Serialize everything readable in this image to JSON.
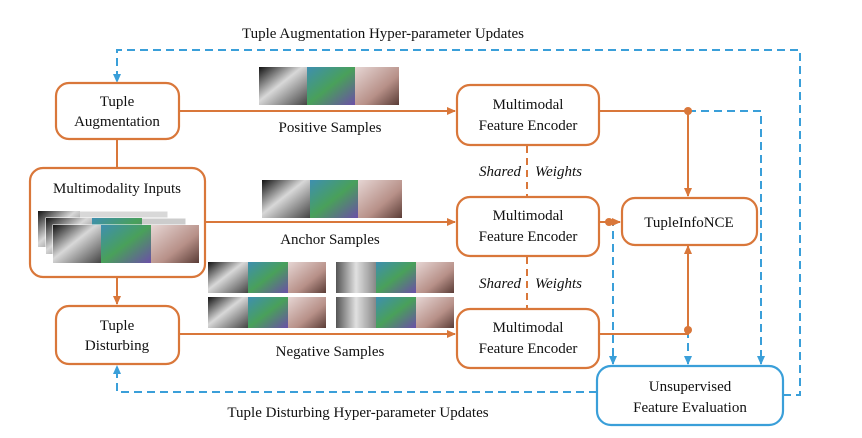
{
  "top_feedback_label": "Tuple Augmentation Hyper-parameter Updates",
  "bottom_feedback_label": "Tuple Disturbing Hyper-parameter Updates",
  "boxes": {
    "tuple_augmentation": [
      "Tuple",
      "Augmentation"
    ],
    "multimodality_inputs": [
      "Multimodality Inputs"
    ],
    "tuple_disturbing": [
      "Tuple",
      "Disturbing"
    ],
    "encoder_top": [
      "Multimodal",
      "Feature Encoder"
    ],
    "encoder_mid": [
      "Multimodal",
      "Feature Encoder"
    ],
    "encoder_bottom": [
      "Multimodal",
      "Feature Encoder"
    ],
    "tuple_info_nce": [
      "TupleInfoNCE"
    ],
    "evaluation": [
      "Unsupervised",
      "Feature Evaluation"
    ]
  },
  "edge_labels": {
    "positive": "Positive Samples",
    "anchor": "Anchor Samples",
    "negative": "Negative Samples",
    "shared_upper": [
      "Shared",
      "Weights"
    ],
    "shared_lower": [
      "Shared",
      "Weights"
    ]
  },
  "colors": {
    "orange": "#d9773a",
    "blue": "#3a9fd9",
    "gray_modality": "#7d7d7d",
    "green_modality": "#3f9a6a",
    "room_modality": "#c8a8a0"
  }
}
